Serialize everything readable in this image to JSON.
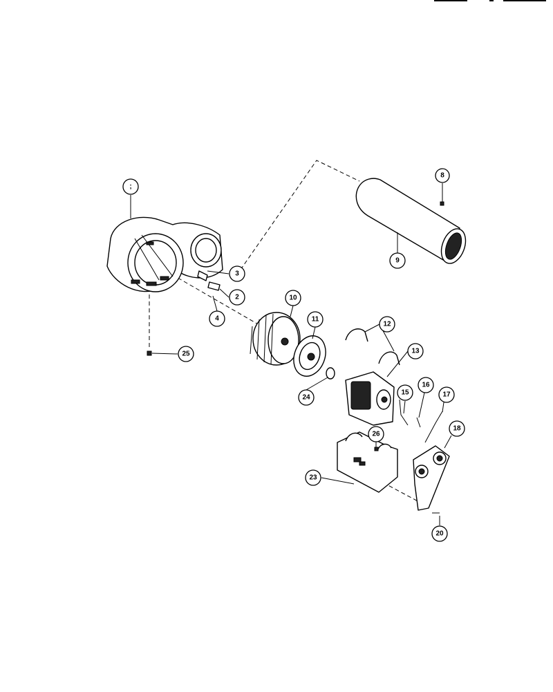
{
  "colors": {
    "ink": "#000000",
    "paper": "#ffffff"
  },
  "callouts": {
    "c1": ";",
    "c2": "2",
    "c3": "3",
    "c4": "4",
    "c8": "8",
    "c9": "9",
    "c10": "10",
    "c11": "11",
    "c12": "12",
    "c13": "13",
    "c15": "15",
    "c16": "16",
    "c17": "17",
    "c18": "18",
    "c20": "20",
    "c23": "23",
    "c24": "24",
    "c25": "25",
    "c26": "26"
  }
}
